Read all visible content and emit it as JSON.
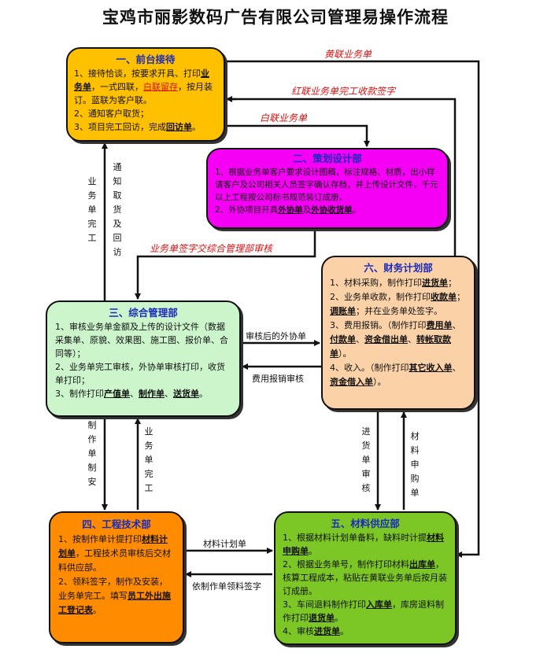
{
  "title": "宝鸡市丽影数码广告有限公司管理易操作流程",
  "colors": {
    "front": "#ffc000",
    "design": "#f500f5",
    "finance": "#fbd2a8",
    "admin": "#ccf5cc",
    "eng": "#ff8c00",
    "supply": "#7cc625",
    "heading": "#1a2bbd",
    "red_label": "#d11111"
  },
  "boxes": {
    "front": {
      "title": "一、前台接待",
      "l1a": "1、接待恰谈，按要求开具、打印",
      "l1b": "业务单",
      "l1c": "，一式四联，",
      "l1d": "白联留存",
      "l1e": "，按月装订。蓝联为客户联。",
      "l2": "2、通知客户取货；",
      "l3a": "3、项目完工回访，完成",
      "l3b": "回访单",
      "l3c": "。"
    },
    "design": {
      "title": "二、策划设计部",
      "l1": "1、根据业务单客户要求设计图稿，标注规格、材质，出小样请客户及公司相关人员签字确认存档，并上传设计文件，千元以上工程按公司标书规范装订成册。",
      "l2a": "2、外协项目开具",
      "l2b": "外协单",
      "l2c": "及",
      "l2d": "外协收货单",
      "l2e": "。"
    },
    "admin": {
      "title": "三、综合管理部",
      "l1": "1、审核业务单金额及上传的设计文件（数据采集单、原貌、效果图、施工图、报价单、合同等）；",
      "l2": "2、业务单完工审核，外协单审核打印，收货单打印；",
      "l3a": "3、制作打印",
      "l3b": "产值单",
      "l3c": "、",
      "l3d": "制作单",
      "l3e": "、",
      "l3f": "送货单",
      "l3g": "。"
    },
    "finance": {
      "title": "六、财务计划部",
      "l1a": "1、材料采购，制作打印",
      "l1b": "进货单",
      "l1c": "；",
      "l2a": "2、业务单收款，制作打印",
      "l2b": "收款单",
      "l2c": "；",
      "l2d": "调账单",
      "l2e": "；并在业务单处签字。",
      "l3a": "3、费用报销。（制作打印",
      "l3b": "费用单",
      "l3c": "、",
      "l3d": "付款单",
      "l3e": "、",
      "l3f": "资金借出单",
      "l3g": "、",
      "l3h": "转帐取款单",
      "l3i": "）。",
      "l4a": "4、收入。（制作打印",
      "l4b": "其它收入单",
      "l4c": "、",
      "l4d": "资金借入单",
      "l4e": "）。"
    },
    "eng": {
      "title": "四、工程技术部",
      "l1a": "1、按制作单计提打印",
      "l1b": "材料计划单",
      "l1c": "，工程技术员审核后交材料供应部。",
      "l2a": "2、领料签字，制作及安装，业务单完工。填写",
      "l2b": "员工外出施工登记表",
      "l2c": "。"
    },
    "supply": {
      "title": "五、材料供应部",
      "l1a": "1、根据材料计划单备料，缺料时计提",
      "l1b": "材料申购单",
      "l1c": "。",
      "l2a": "2、根据业务单号，制作打印材料",
      "l2b": "出库单",
      "l2c": "，核算工程成本，粘贴在黄联业务单后按月装订成册。",
      "l3a": "3、车间退料制作打印",
      "l3b": "入库单",
      "l3c": "，库房退料制作打印",
      "l3d": "退货单",
      "l3e": "。",
      "l4a": "4、审核",
      "l4b": "进货单",
      "l4c": "。"
    }
  },
  "labels": {
    "yellow": "黄联业务单",
    "red": "红联业务单完工收款签字",
    "white": "白联业务单",
    "sign": "业务单签字交综合管理部审核",
    "audit_out": "审核后的外协单",
    "expense": "费用报销审核",
    "material_plan": "材料计划单",
    "requisition": "依制作单领料签字",
    "v_done1": "业务单完工",
    "v_notify": "通知取货及回访",
    "v_make": "制作单制安",
    "v_done2": "业务单完工",
    "v_purchase_audit": "进货单审核",
    "v_purchase_req": "材料申购单"
  }
}
